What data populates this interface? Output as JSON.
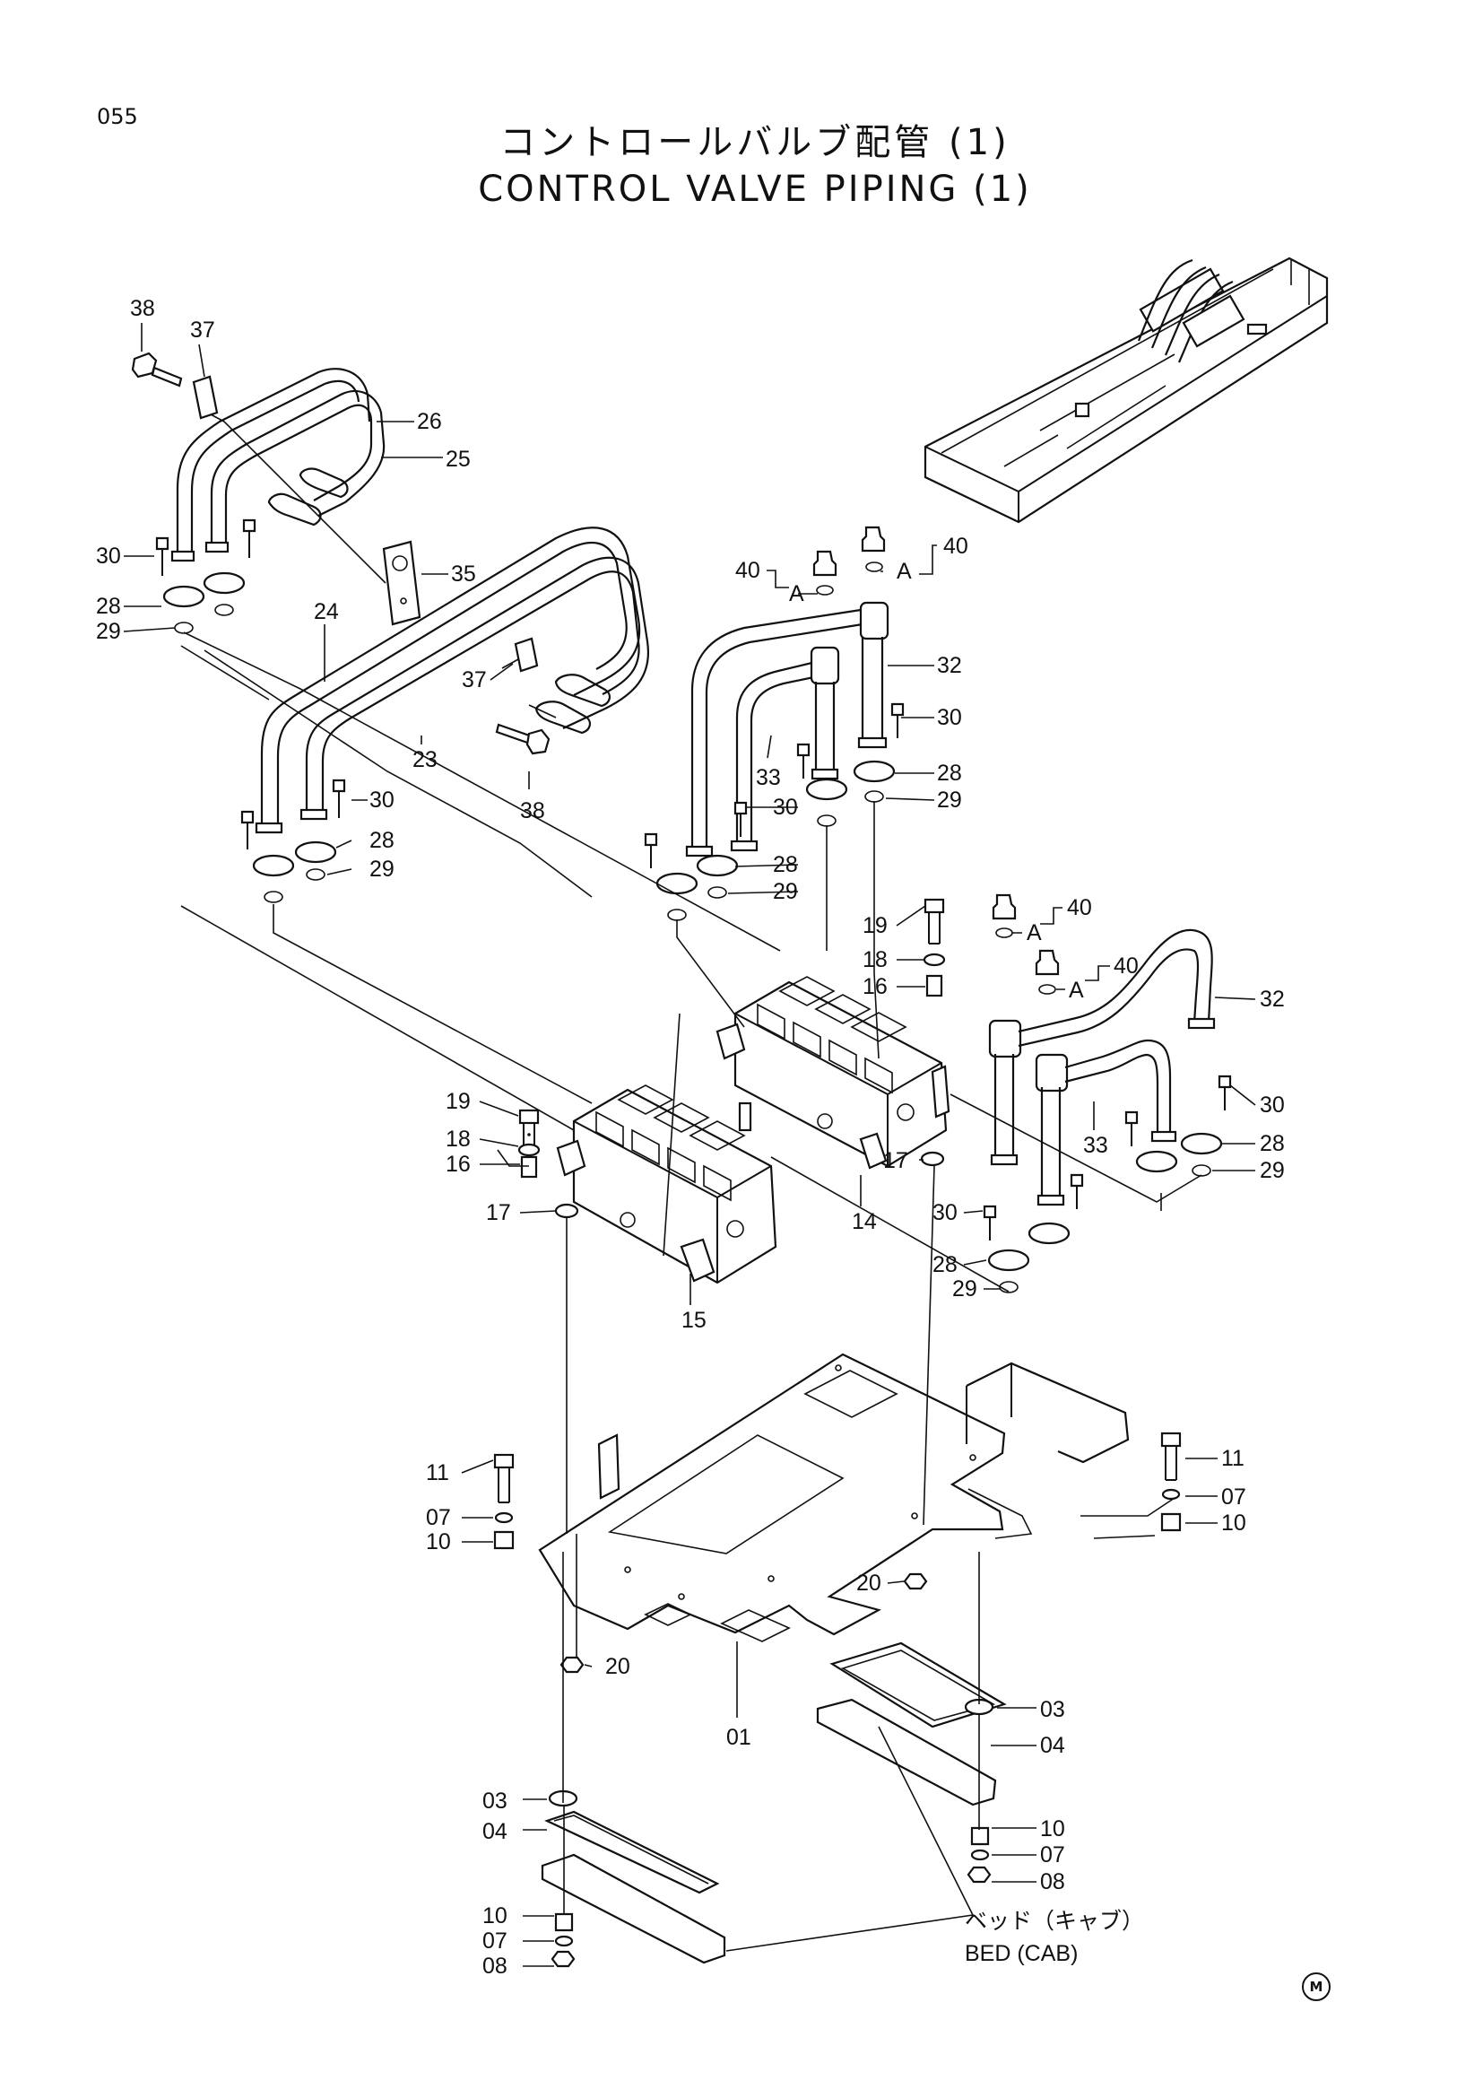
{
  "page_number": "055",
  "title_jp": "コントロールバルブ配管 (1)",
  "title_en": "CONTROL VALVE PIPING (1)",
  "bed_label_jp": "ベッド（キャブ）",
  "bed_label_en": "BED (CAB)",
  "corner_mark": "M",
  "callouts": {
    "c38a": "38",
    "c37a": "37",
    "c26": "26",
    "c25": "25",
    "c30a": "30",
    "c28a": "28",
    "c29a": "29",
    "c35": "35",
    "c24": "24",
    "c37b": "37",
    "c23": "23",
    "c38b": "38",
    "c30b": "30",
    "c28b": "28",
    "c29b": "29",
    "c40a": "40",
    "cAa": "A",
    "c40b": "40",
    "cAb": "A",
    "c32a": "32",
    "c30c": "30",
    "c33a": "33",
    "c28c": "28",
    "c29c": "29",
    "c30d": "30",
    "c28d": "28",
    "c29d": "29",
    "c19a": "19",
    "c18a": "18",
    "c16a": "16",
    "c40c": "40",
    "cAc": "A",
    "c40d": "40",
    "cAd": "A",
    "c32b": "32",
    "c19b": "19",
    "c18b": "18",
    "c16b": "16",
    "c17a": "17",
    "c15": "15",
    "c17b": "17",
    "c14": "14",
    "c33b": "33",
    "c30e": "30",
    "c28e": "28",
    "c29e": "29",
    "c30f": "30",
    "c28f": "28",
    "c29f": "29",
    "c11a": "11",
    "c07a": "07",
    "c10a": "10",
    "c11b": "11",
    "c07b": "07",
    "c10b": "10",
    "c20a": "20",
    "c20b": "20",
    "c01": "01",
    "c03a": "03",
    "c04a": "04",
    "c03b": "03",
    "c04b": "04",
    "c10c": "10",
    "c07c": "07",
    "c08a": "08",
    "c10d": "10",
    "c07d": "07",
    "c08b": "08"
  }
}
